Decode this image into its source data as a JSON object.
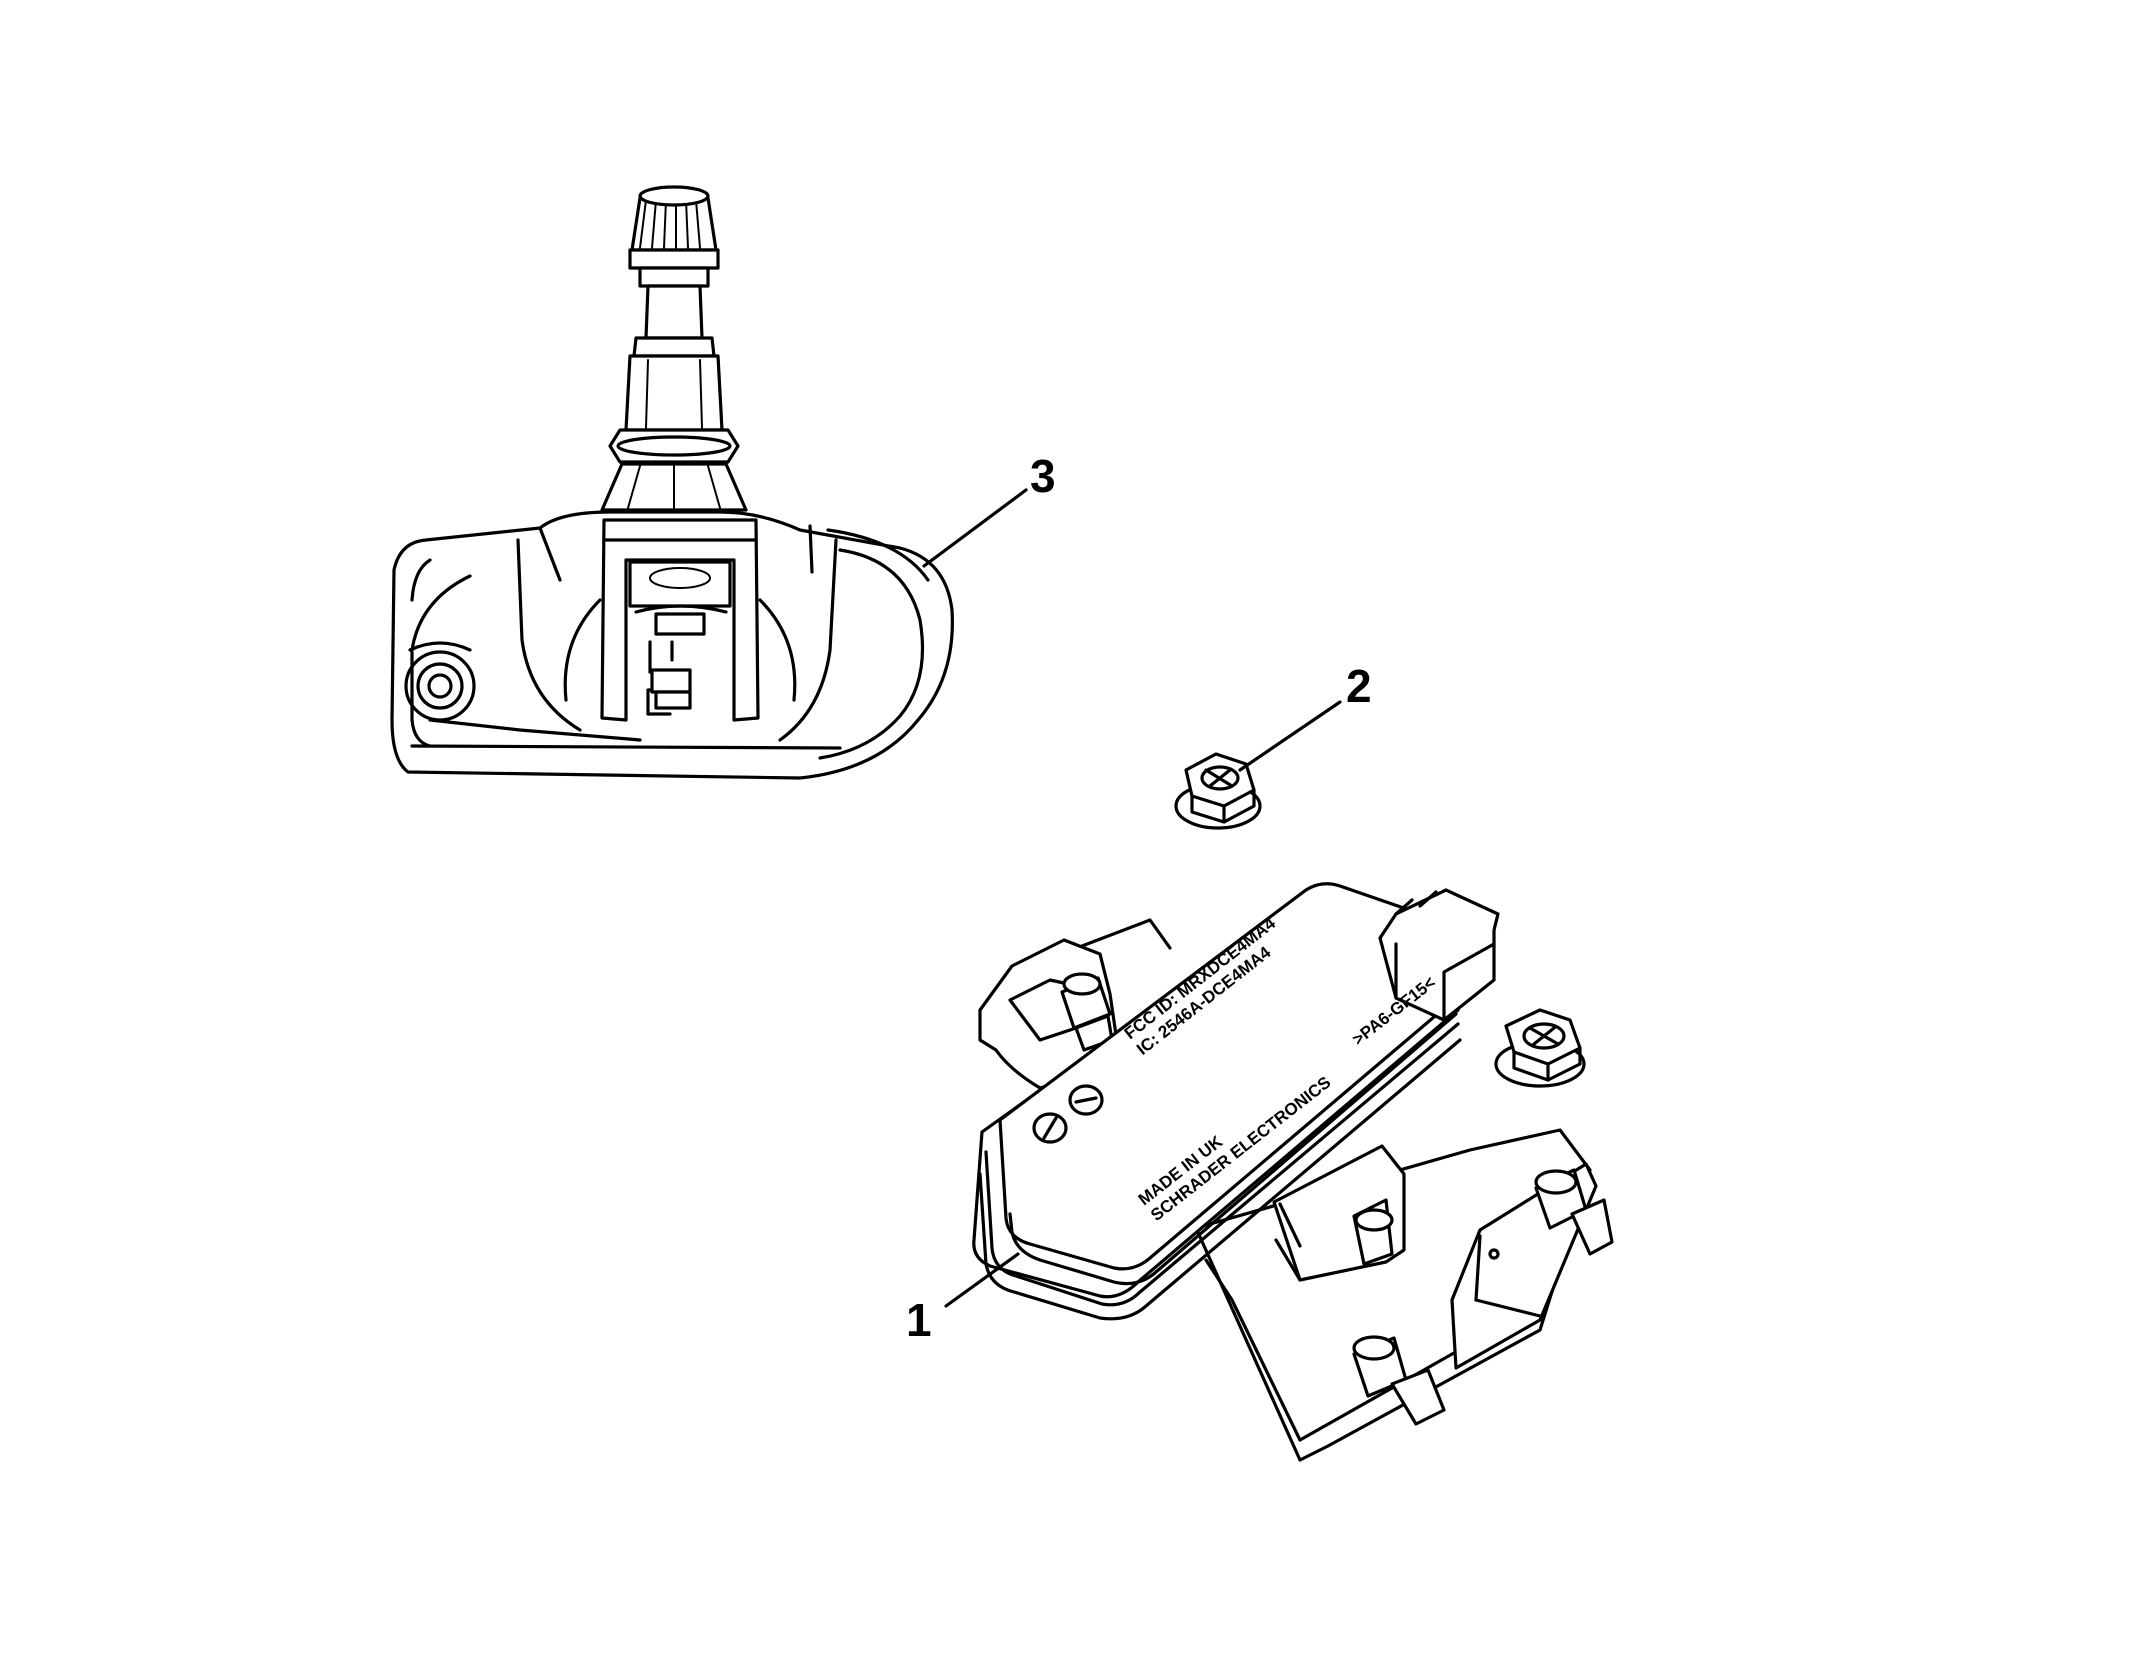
{
  "diagram": {
    "callouts": [
      {
        "id": "1",
        "label": "1"
      },
      {
        "id": "2",
        "label": "2"
      },
      {
        "id": "3",
        "label": "3"
      }
    ],
    "module_label": {
      "line1": "FCC ID: MRXDCE4MA4",
      "line2": "IC: 2546A-DCE4MA4",
      "line3": "MADE IN UK",
      "line4": "SCHRADER ELECTRONICS",
      "line5": ">PA6-GF15<"
    },
    "parts": [
      {
        "callout": "1",
        "part": "module-receiver-icon"
      },
      {
        "callout": "2",
        "part": "flange-nut-icon"
      },
      {
        "callout": "3",
        "part": "tire-pressure-sensor-icon"
      }
    ]
  }
}
